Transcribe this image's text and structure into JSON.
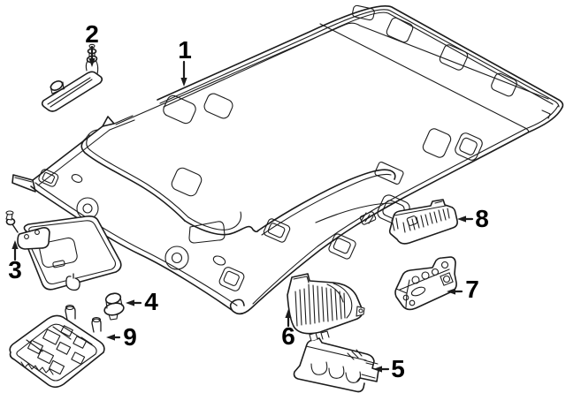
{
  "diagram": {
    "type": "automotive-parts-line-illustration",
    "subject": "roof headliner and interior trim",
    "background_color": "#ffffff",
    "line_color": "#1c1c1c",
    "callouts": [
      {
        "number": "1"
      },
      {
        "number": "2"
      },
      {
        "number": "3"
      },
      {
        "number": "4"
      },
      {
        "number": "5"
      },
      {
        "number": "6"
      },
      {
        "number": "7"
      },
      {
        "number": "8"
      },
      {
        "number": "9"
      }
    ]
  }
}
